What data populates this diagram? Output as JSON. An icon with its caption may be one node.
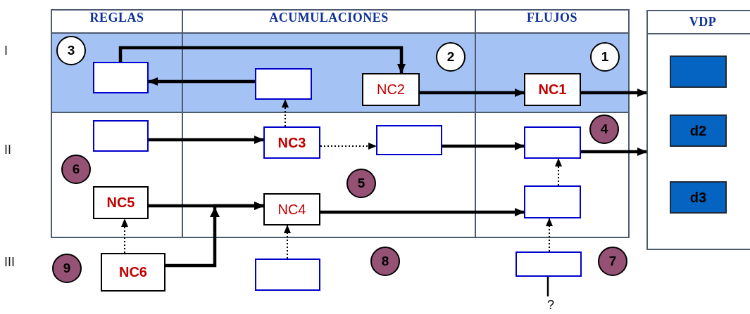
{
  "diagram": {
    "nodes": [
      {
        "text": [
          "VDP"
        ]
      },
      {
        "text": [
          "3"
        ]
      },
      {
        "text": [],
        "shape": "box"
      },
      {
        "text": [],
        "shape": "box"
      },
      {
        "text": [
          "NC2"
        ]
      },
      {
        "text": [
          "2"
        ]
      },
      {
        "text": [
          "NC1"
        ]
      },
      {
        "text": [
          "1"
        ]
      },
      {
        "text": [],
        "shape": "box",
        "in": 0
      },
      {
        "text": [
          "d2"
        ],
        "in": 0
      },
      {
        "text": [
          "d3"
        ],
        "in": 0
      },
      {
        "text": [],
        "shape": "box"
      },
      {
        "text": [
          "NC3"
        ]
      },
      {
        "text": [],
        "shape": "box"
      },
      {
        "text": [
          "4"
        ]
      },
      {
        "text": [],
        "shape": "box"
      },
      {
        "text": [
          "6"
        ]
      },
      {
        "text": [
          "5"
        ]
      },
      {
        "text": [
          "NC5"
        ]
      },
      {
        "text": [
          "NC4"
        ]
      },
      {
        "text": [],
        "shape": "box"
      },
      {
        "text": [
          "9"
        ]
      },
      {
        "text": [
          "NC6"
        ]
      },
      {
        "text": [],
        "shape": "box"
      },
      {
        "text": [
          "8"
        ]
      },
      {
        "text": [],
        "shape": "box"
      },
      {
        "text": [
          "7"
        ]
      },
      {
        "text": [
          "?"
        ]
      }
    ],
    "edges": [
      {
        "from": 2,
        "to": 4,
        "arrow": "to"
      },
      {
        "from": 3,
        "to": 2,
        "arrow": "to"
      },
      {
        "from": 4,
        "to": 6,
        "arrow": "to"
      },
      {
        "from": 6,
        "to": 0,
        "arrow": "to"
      },
      {
        "from": 12,
        "to": 3,
        "arrow": "to",
        "style": "dashed"
      },
      {
        "from": 11,
        "to": 12,
        "arrow": "to"
      },
      {
        "from": 12,
        "to": 13,
        "arrow": "to",
        "style": "dashed"
      },
      {
        "from": 13,
        "to": 15,
        "arrow": "to"
      },
      {
        "from": 15,
        "to": 0,
        "arrow": "to"
      },
      {
        "from": 20,
        "to": 15,
        "arrow": "to",
        "style": "dashed"
      },
      {
        "from": 18,
        "to": 19,
        "arrow": "to"
      },
      {
        "from": 22,
        "to": 19,
        "arrow": "to"
      },
      {
        "from": 19,
        "to": 20,
        "arrow": "to"
      },
      {
        "from": 23,
        "to": 19,
        "arrow": "to",
        "style": "dashed"
      },
      {
        "from": 22,
        "to": 18,
        "arrow": "to",
        "style": "dashed"
      },
      {
        "from": 25,
        "to": 20,
        "arrow": "to",
        "style": "dashed"
      },
      {
        "from": 25,
        "to": 27,
        "arrow": "none"
      }
    ],
    "labels": [
      "REGLAS",
      "ACUMULACIONES",
      "FLUJOS",
      "I",
      "II",
      "III"
    ]
  }
}
